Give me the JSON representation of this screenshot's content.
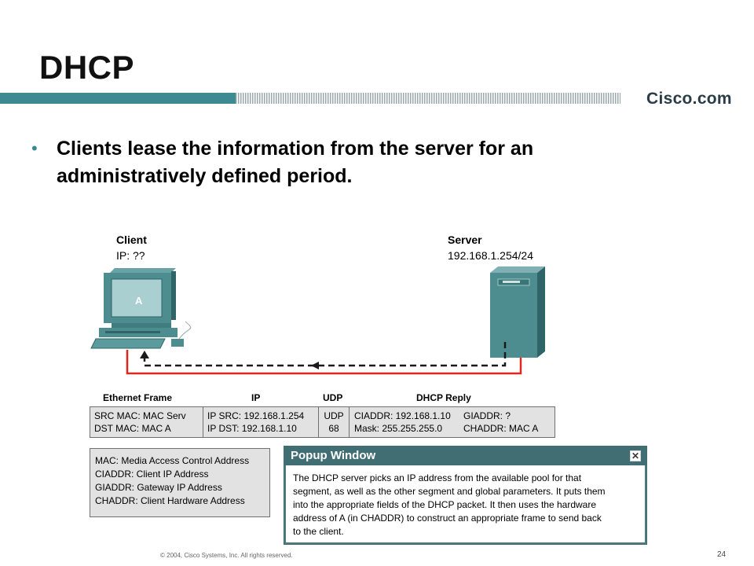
{
  "slide": {
    "title": "DHCP",
    "brand": "Cisco.com",
    "bullet": "Clients lease the information from the server for an administratively defined period."
  },
  "diagram": {
    "client": {
      "label": "Client",
      "ip": "IP: ??",
      "screen_letter": "A"
    },
    "server": {
      "label": "Server",
      "ip": "192.168.1.254/24"
    },
    "colors": {
      "link": "#e0261f",
      "device": "#4d8c8f",
      "arrow": "#1a1a1a"
    }
  },
  "frame": {
    "headers": [
      "Ethernet Frame",
      "IP",
      "UDP",
      "DHCP Reply"
    ],
    "ethernet": [
      "SRC MAC: MAC Serv",
      "DST MAC: MAC A"
    ],
    "ip": [
      "IP SRC: 192.168.1.254",
      "IP DST: 192.168.1.10"
    ],
    "udp": [
      "UDP",
      "68"
    ],
    "dhcp_left": [
      "CIADDR: 192.168.1.10",
      "Mask: 255.255.255.0"
    ],
    "dhcp_right": [
      "GIADDR: ?",
      "CHADDR: MAC A"
    ]
  },
  "legend": [
    "MAC: Media Access Control Address",
    "CIADDR: Client IP Address",
    "GIADDR: Gateway IP Address",
    "CHADDR: Client Hardware Address"
  ],
  "popup": {
    "title": "Popup Window",
    "close_glyph": "✕",
    "lines": [
      "The DHCP server picks an IP address from the available pool for that",
      "segment, as well as the other segment and global parameters.  It puts them",
      "into the appropriate fields of the DHCP packet.  It then uses the hardware",
      "address of A (in CHADDR) to construct an appropriate frame to send back",
      "to the client."
    ]
  },
  "footer": {
    "copyright": "© 2004, Cisco Systems, Inc. All rights reserved.",
    "page": "24"
  }
}
